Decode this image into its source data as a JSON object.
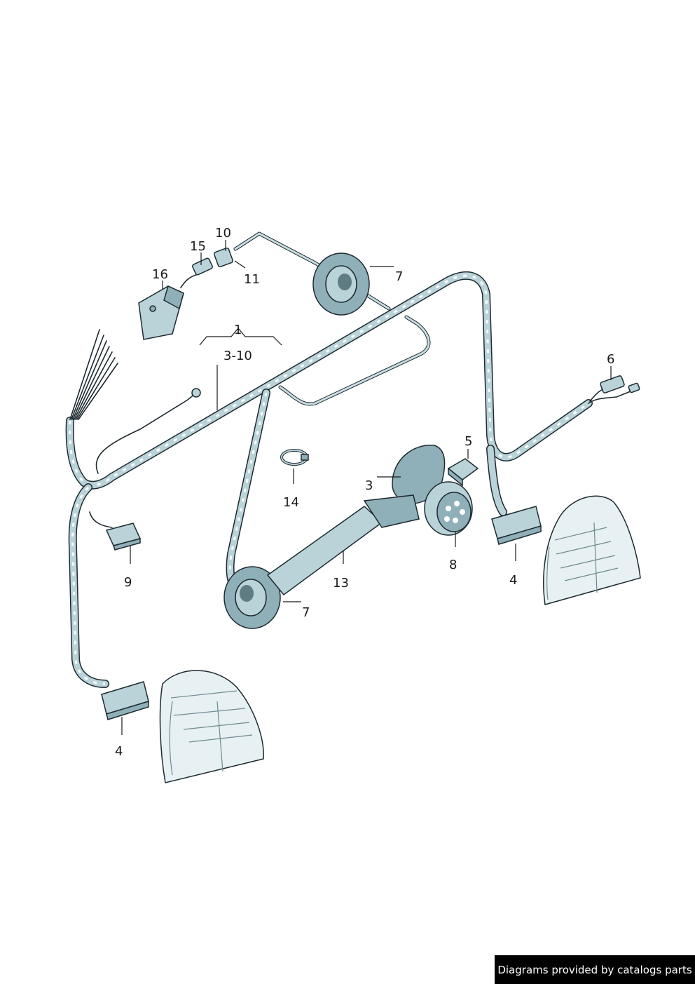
{
  "diagram": {
    "callouts": [
      {
        "id": "c1",
        "label": "1"
      },
      {
        "id": "c3-10",
        "label": "3-10"
      },
      {
        "id": "c3",
        "label": "3"
      },
      {
        "id": "c4a",
        "label": "4"
      },
      {
        "id": "c4b",
        "label": "4"
      },
      {
        "id": "c5",
        "label": "5"
      },
      {
        "id": "c6",
        "label": "6"
      },
      {
        "id": "c7a",
        "label": "7"
      },
      {
        "id": "c7b",
        "label": "7"
      },
      {
        "id": "c8",
        "label": "8"
      },
      {
        "id": "c9",
        "label": "9"
      },
      {
        "id": "c10",
        "label": "10"
      },
      {
        "id": "c11",
        "label": "11"
      },
      {
        "id": "c13",
        "label": "13"
      },
      {
        "id": "c14",
        "label": "14"
      },
      {
        "id": "c15",
        "label": "15"
      },
      {
        "id": "c16",
        "label": "16"
      }
    ]
  },
  "footer": {
    "credit": "Diagrams provided by catalogs parts"
  }
}
